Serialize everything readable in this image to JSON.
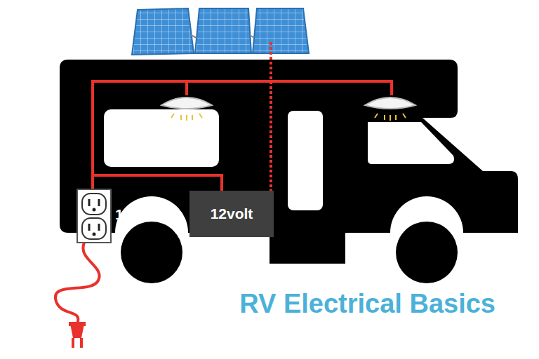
{
  "diagram": {
    "title": "RV Electrical Basics",
    "nodes": [
      {
        "text": [
          "12volt"
        ]
      }
    ],
    "labels": [
      "120 volt"
    ]
  }
}
